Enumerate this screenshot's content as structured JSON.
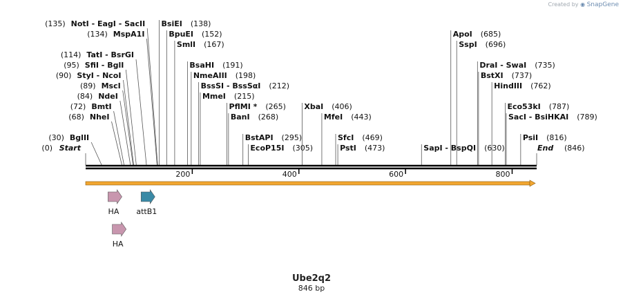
{
  "watermark": {
    "prefix": "Created by",
    "brand": "SnapGene"
  },
  "sequence": {
    "name": "Ube2q2",
    "length_label": "846 bp",
    "length": 846
  },
  "ruler": {
    "ticks": [
      200,
      400,
      600,
      800
    ]
  },
  "ends": {
    "start": "Start",
    "start_pos": "(0)",
    "end": "End",
    "end_pos": "(846)"
  },
  "enzymes": [
    {
      "label": "NotI - EagI - SacII",
      "pos": 135,
      "pos_label": "(135)",
      "row": 12,
      "side": "left"
    },
    {
      "label": "MspA1I",
      "pos": 134,
      "pos_label": "(134)",
      "row": 11,
      "side": "left"
    },
    {
      "label": "TatI - BsrGI",
      "pos": 114,
      "pos_label": "(114)",
      "row": 9,
      "side": "left"
    },
    {
      "label": "SfiI - BglI",
      "pos": 95,
      "pos_label": "(95)",
      "row": 8,
      "side": "left"
    },
    {
      "label": "StyI - NcoI",
      "pos": 90,
      "pos_label": "(90)",
      "row": 7,
      "side": "left"
    },
    {
      "label": "MscI",
      "pos": 89,
      "pos_label": "(89)",
      "row": 6,
      "side": "left"
    },
    {
      "label": "NdeI",
      "pos": 84,
      "pos_label": "(84)",
      "row": 5,
      "side": "left"
    },
    {
      "label": "BmtI",
      "pos": 72,
      "pos_label": "(72)",
      "row": 4,
      "side": "left"
    },
    {
      "label": "NheI",
      "pos": 68,
      "pos_label": "(68)",
      "row": 3,
      "side": "left"
    },
    {
      "label": "BglII",
      "pos": 30,
      "pos_label": "(30)",
      "row": 1,
      "side": "left"
    },
    {
      "label": "BsiEI",
      "pos": 138,
      "pos_label": "(138)",
      "row": 12,
      "side": "right"
    },
    {
      "label": "BpuEI",
      "pos": 152,
      "pos_label": "(152)",
      "row": 11,
      "side": "right"
    },
    {
      "label": "SmlI",
      "pos": 167,
      "pos_label": "(167)",
      "row": 10,
      "side": "right"
    },
    {
      "label": "BsaHI",
      "pos": 191,
      "pos_label": "(191)",
      "row": 8,
      "side": "right"
    },
    {
      "label": "NmeAIII",
      "pos": 198,
      "pos_label": "(198)",
      "row": 7,
      "side": "right"
    },
    {
      "label": "BssSI - BssSαI",
      "pos": 212,
      "pos_label": "(212)",
      "row": 6,
      "side": "right"
    },
    {
      "label": "MmeI",
      "pos": 215,
      "pos_label": "(215)",
      "row": 5,
      "side": "right"
    },
    {
      "label": "PflMI *",
      "pos": 265,
      "pos_label": "(265)",
      "row": 4,
      "side": "right"
    },
    {
      "label": "BanI",
      "pos": 268,
      "pos_label": "(268)",
      "row": 3,
      "side": "right"
    },
    {
      "label": "BstAPI",
      "pos": 295,
      "pos_label": "(295)",
      "row": 1,
      "side": "right"
    },
    {
      "label": "EcoP15I",
      "pos": 305,
      "pos_label": "(305)",
      "row": 0,
      "side": "right"
    },
    {
      "label": "XbaI",
      "pos": 406,
      "pos_label": "(406)",
      "row": 4,
      "side": "right"
    },
    {
      "label": "MfeI",
      "pos": 443,
      "pos_label": "(443)",
      "row": 3,
      "side": "right"
    },
    {
      "label": "SfcI",
      "pos": 469,
      "pos_label": "(469)",
      "row": 1,
      "side": "right"
    },
    {
      "label": "PstI",
      "pos": 473,
      "pos_label": "(473)",
      "row": 0,
      "side": "right"
    },
    {
      "label": "SapI - BspQI",
      "pos": 630,
      "pos_label": "(630)",
      "row": 0,
      "side": "right"
    },
    {
      "label": "ApoI",
      "pos": 685,
      "pos_label": "(685)",
      "row": 11,
      "side": "right"
    },
    {
      "label": "SspI",
      "pos": 696,
      "pos_label": "(696)",
      "row": 10,
      "side": "right"
    },
    {
      "label": "DraI - SwaI",
      "pos": 735,
      "pos_label": "(735)",
      "row": 8,
      "side": "right"
    },
    {
      "label": "BstXI",
      "pos": 737,
      "pos_label": "(737)",
      "row": 7,
      "side": "right"
    },
    {
      "label": "HindIII",
      "pos": 762,
      "pos_label": "(762)",
      "row": 6,
      "side": "right"
    },
    {
      "label": "Eco53kI",
      "pos": 787,
      "pos_label": "(787)",
      "row": 4,
      "side": "right"
    },
    {
      "label": "SacI - BsiHKAI",
      "pos": 789,
      "pos_label": "(789)",
      "row": 3,
      "side": "right"
    },
    {
      "label": "PsiI",
      "pos": 816,
      "pos_label": "(816)",
      "row": 1,
      "side": "right"
    }
  ],
  "features": [
    {
      "label": "HA",
      "start": 42,
      "end": 68,
      "lane": 0,
      "color": "#c896ae"
    },
    {
      "label": "attB1",
      "start": 104,
      "end": 130,
      "lane": 0,
      "color": "#3a8aa6"
    },
    {
      "label": "HA",
      "start": 50,
      "end": 76,
      "lane": 1,
      "color": "#c896ae"
    }
  ],
  "orf": {
    "start": 0,
    "end": 846,
    "fill": "#f2a630",
    "stroke": "#8a5a10"
  }
}
